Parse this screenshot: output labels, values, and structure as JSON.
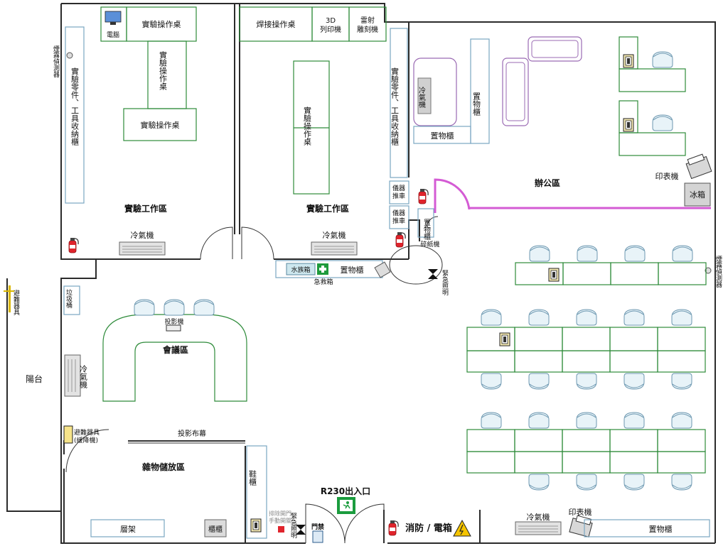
{
  "colors": {
    "wall": "#2b2b2b",
    "furniture_blue": "#7aa6c2",
    "furniture_green": "#2e8b3a",
    "sofa_purple": "#9a6ab3",
    "partition_magenta": "#d45bd4",
    "chair_fill": "#e8f3f8",
    "chair_stroke": "#6c97b0",
    "floor": "#ffffff"
  },
  "labels": {
    "computer": "電腦",
    "lab_table_1": "實驗操作桌",
    "lab_table_2": "實驗操作桌",
    "lab_table_3": "實驗操作桌",
    "lab_table_4": "實驗操作桌",
    "welding_table": "焊接操作桌",
    "printer3d": "3D\n列印機",
    "laser": "雷射\n雕刻機",
    "smoke_detector_left": "煙霧偵測器",
    "smoke_detector_right": "煙霧偵測器",
    "tool_cabinet_left": "實驗零件、工具收納櫃",
    "tool_cabinet_right": "實驗零件、工具收納櫃",
    "lab_area_1": "實驗工作區",
    "lab_area_2": "實驗工作區",
    "aircon": "冷氣機",
    "aircon_office": "冷氣機",
    "aircon_lab1": "冷氣機",
    "aircon_lab2": "冷氣機",
    "aircon_meeting": "冷氣機",
    "aircon_bottom": "冷氣機",
    "storage_cabinet": "置物櫃",
    "storage_cabinet_2": "置物櫃",
    "storage_cabinet_3": "置物櫃",
    "storage_cabinet_4": "置物櫃",
    "storage_cabinet_bottom": "置物櫃",
    "instrument_cart_1": "儀器推車",
    "instrument_cart_2": "儀器推車",
    "shredder": "碎紙機",
    "office_area": "辦公區",
    "printer_office": "印表機",
    "printer_bottom": "印表機",
    "fridge": "冰箱",
    "water_box": "水族箱",
    "first_aid": "急救箱",
    "emergency_light_1": "緊急照明",
    "emergency_light_2": "緊急照明",
    "escape_tool_left": "避難器具",
    "trash": "垃圾桶",
    "projector": "投影機",
    "meeting_area": "會議區",
    "balcony": "陽台",
    "escape_tool": "避難器具\n(緩降機)",
    "projection_screen": "投影布幕",
    "storage_area": "雜物儲放區",
    "shoe_cabinet": "鞋櫃",
    "shelf": "層架",
    "cabinet": "櫃櫃",
    "door_switch": "排除開門\n手動開關",
    "entrance": "R230出入口",
    "access_control": "門禁",
    "fire_panel": "消防 / 電箱"
  }
}
